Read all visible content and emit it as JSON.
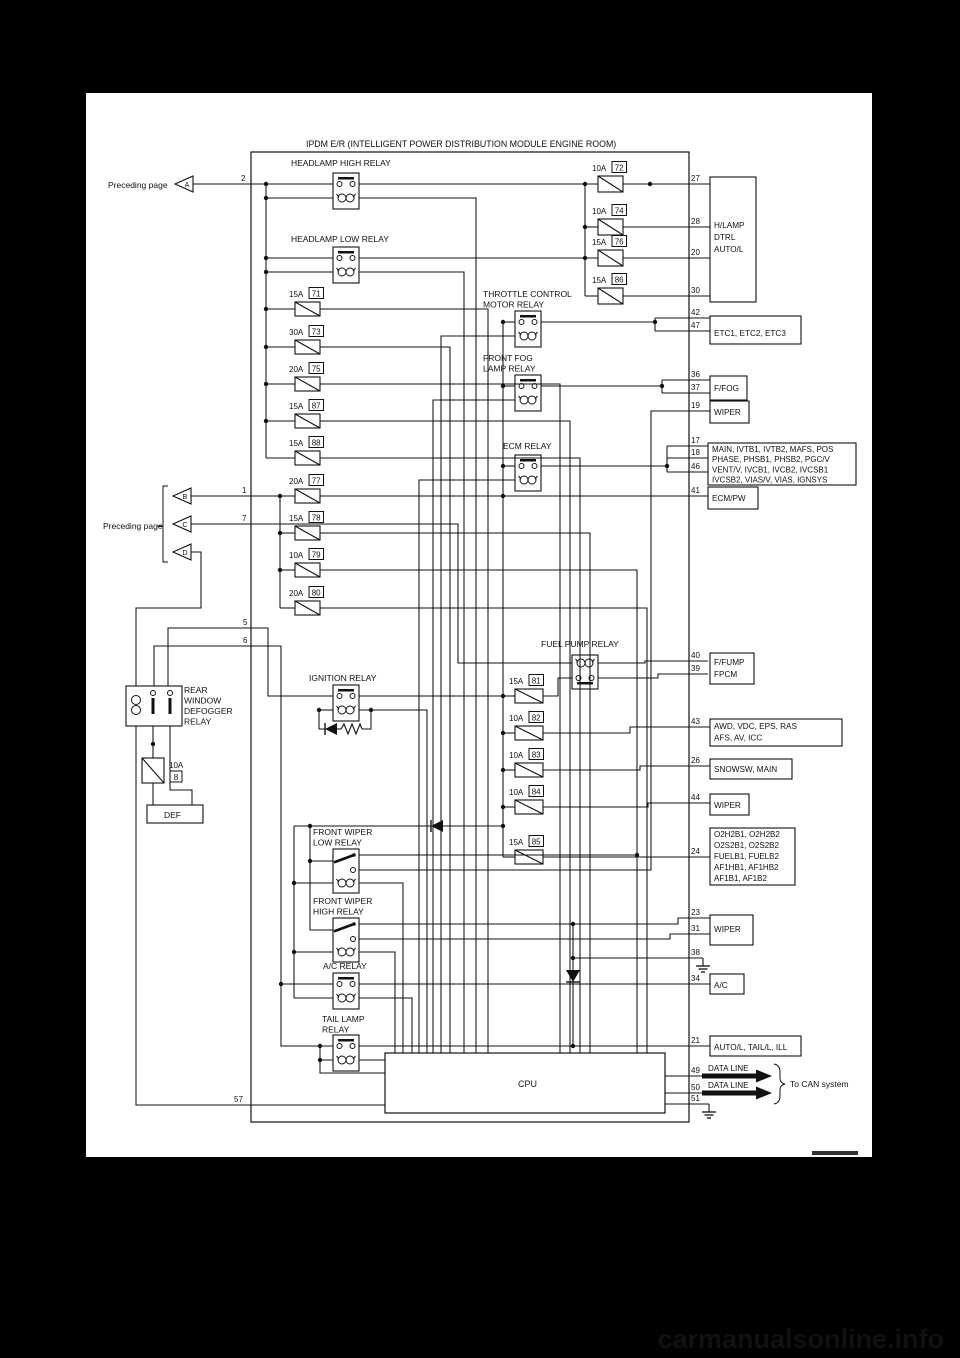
{
  "title": "IPDM E/R (INTELLIGENT POWER DISTRIBUTION MODULE ENGINE ROOM)",
  "watermark": "carmanualsonline.info",
  "preceding_top": "Preceding page",
  "preceding_bottom": "Preceding page",
  "connectors": [
    "A",
    "B",
    "C",
    "D"
  ],
  "cpu_label": "CPU",
  "def_label": "DEF",
  "external_fuse": {
    "rating": "10A",
    "num": "8"
  },
  "fuses": [
    {
      "rating": "15A",
      "num": "71"
    },
    {
      "rating": "30A",
      "num": "73"
    },
    {
      "rating": "20A",
      "num": "75"
    },
    {
      "rating": "15A",
      "num": "87"
    },
    {
      "rating": "15A",
      "num": "88"
    },
    {
      "rating": "20A",
      "num": "77"
    },
    {
      "rating": "15A",
      "num": "78"
    },
    {
      "rating": "10A",
      "num": "79"
    },
    {
      "rating": "20A",
      "num": "80"
    },
    {
      "rating": "10A",
      "num": "72"
    },
    {
      "rating": "10A",
      "num": "74"
    },
    {
      "rating": "15A",
      "num": "76"
    },
    {
      "rating": "15A",
      "num": "86"
    },
    {
      "rating": "15A",
      "num": "81"
    },
    {
      "rating": "10A",
      "num": "82"
    },
    {
      "rating": "10A",
      "num": "83"
    },
    {
      "rating": "10A",
      "num": "84"
    },
    {
      "rating": "15A",
      "num": "85"
    }
  ],
  "pins_left": [
    "2",
    "1",
    "7",
    "5",
    "6",
    "57"
  ],
  "pins_right": [
    "27",
    "28",
    "20",
    "30",
    "42",
    "47",
    "36",
    "37",
    "19",
    "17",
    "18",
    "46",
    "41",
    "40",
    "39",
    "43",
    "26",
    "44",
    "24",
    "23",
    "31",
    "38",
    "34",
    "21",
    "49",
    "50",
    "51"
  ],
  "relay_labels": [
    {
      "lines": [
        "HEADLAMP HIGH RELAY"
      ]
    },
    {
      "lines": [
        "HEADLAMP LOW RELAY"
      ]
    },
    {
      "lines": [
        "THROTTLE CONTROL",
        "MOTOR RELAY"
      ]
    },
    {
      "lines": [
        "FRONT FOG",
        "LAMP RELAY"
      ]
    },
    {
      "lines": [
        "ECM RELAY"
      ]
    },
    {
      "lines": [
        "FUEL PUMP RELAY"
      ]
    },
    {
      "lines": [
        "IGNITION RELAY"
      ]
    },
    {
      "lines": [
        "FRONT WIPER",
        "LOW RELAY"
      ]
    },
    {
      "lines": [
        "FRONT WIPER",
        "HIGH RELAY"
      ]
    },
    {
      "lines": [
        "A/C RELAY"
      ]
    },
    {
      "lines": [
        "TAIL LAMP",
        "RELAY"
      ]
    },
    {
      "lines": [
        "REAR",
        "WINDOW",
        "DEFOGGER",
        "RELAY"
      ]
    }
  ],
  "boxes": [
    {
      "lines": [
        "H/LAMP",
        "DTRL",
        "AUTO/L"
      ]
    },
    {
      "lines": [
        "ETC1, ETC2, ETC3"
      ]
    },
    {
      "lines": [
        "F/FOG"
      ]
    },
    {
      "lines": [
        "WIPER"
      ]
    },
    {
      "lines": [
        "MAIN, IVTB1, IVTB2, MAFS, POS",
        "PHASE, PHSB1, PHSB2, PGC/V",
        "VENT/V, IVCB1, IVCB2, IVCSB1",
        "IVCSB2, VIAS/V, VIAS, IGNSYS"
      ]
    },
    {
      "lines": [
        "ECM/PW"
      ]
    },
    {
      "lines": [
        "F/FUMP",
        "FPCM"
      ]
    },
    {
      "lines": [
        "AWD, VDC, EPS, RAS",
        "AFS, AV, ICC"
      ]
    },
    {
      "lines": [
        "SNOWSW, MAIN"
      ]
    },
    {
      "lines": [
        "WIPER"
      ]
    },
    {
      "lines": [
        "O2H2B1, O2H2B2",
        "O2S2B1, O2S2B2",
        "FUELB1, FUELB2",
        "AF1HB1, AF1HB2",
        "AF1B1, AF1B2"
      ]
    },
    {
      "lines": [
        "WIPER"
      ]
    },
    {
      "lines": [
        "A/C"
      ]
    },
    {
      "lines": [
        "AUTO/L, TAIL/L, ILL"
      ]
    }
  ],
  "can": {
    "line_a": "DATA LINE",
    "line_b": "DATA LINE",
    "to": "To CAN system"
  }
}
